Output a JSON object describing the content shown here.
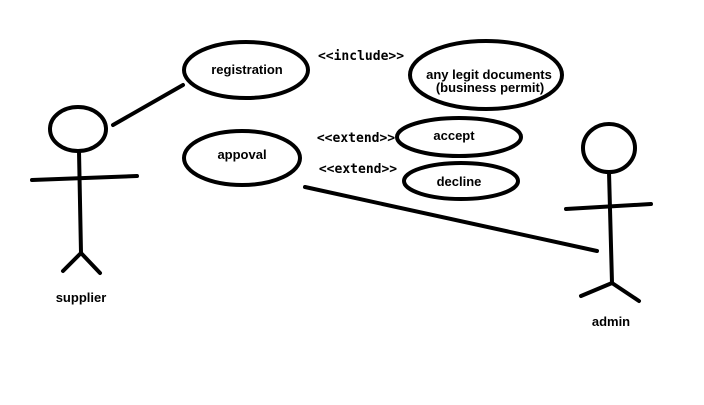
{
  "diagram": {
    "actors": {
      "supplier": "supplier",
      "admin": "admin"
    },
    "use_cases": {
      "registration": "registration",
      "documents_line1": "any legit documents",
      "documents_line2": "(business permit)",
      "approval": "appoval",
      "accept": "accept",
      "decline": "decline"
    },
    "relations": {
      "include": "<<include>>",
      "extend_accept": "<<extend>>",
      "extend_decline": "<<extend>>"
    },
    "colors": {
      "stroke": "#000000",
      "background": "#ffffff"
    }
  }
}
